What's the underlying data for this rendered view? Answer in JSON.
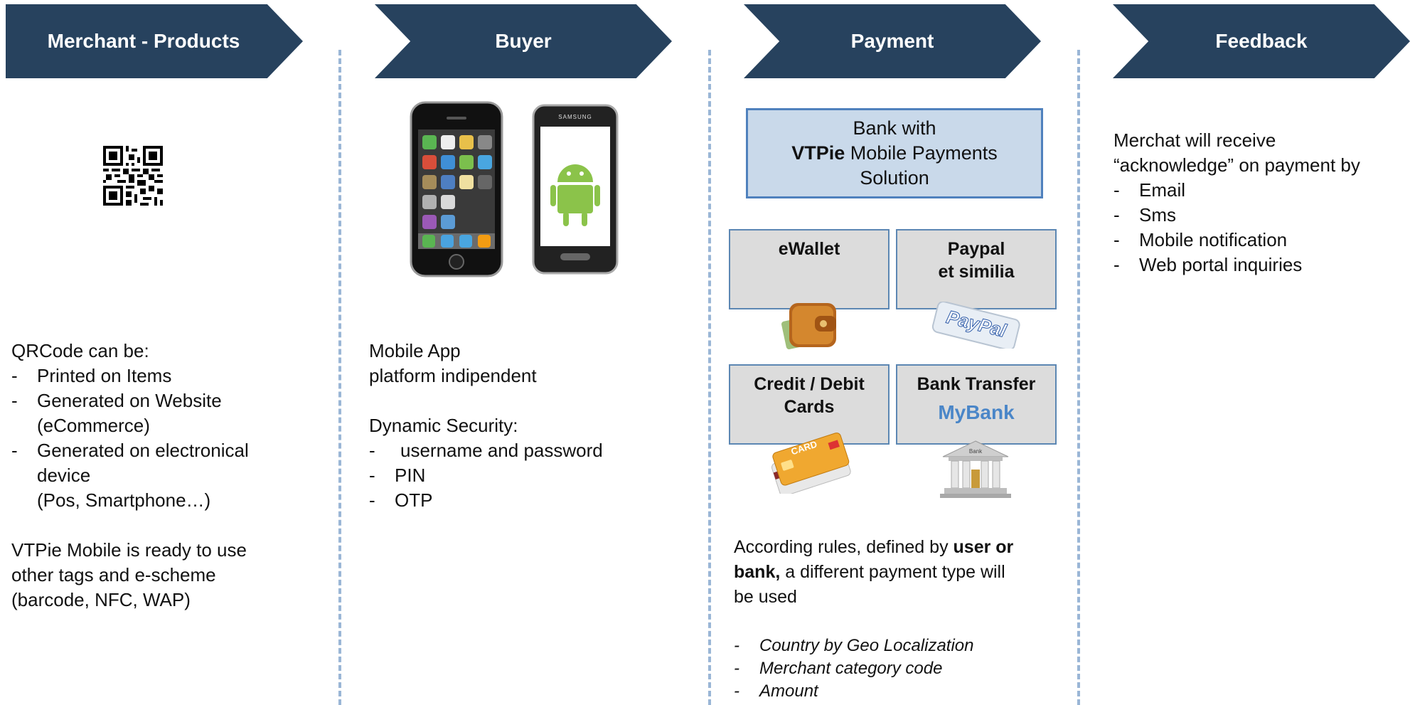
{
  "headers": {
    "merchant": "Merchant - Products",
    "buyer": "Buyer",
    "payment": "Payment",
    "feedback": "Feedback"
  },
  "merchant": {
    "qr_intro": "QRCode can be:",
    "qr_items": [
      "Printed on Items",
      "Generated on Website",
      "(eCommerce)",
      "Generated on electronical",
      "device",
      "(Pos, Smartphone…)"
    ],
    "ready_line1": "VTPie Mobile is ready to use",
    "ready_line2": "other tags and e-scheme",
    "ready_line3": "(barcode, NFC, WAP)"
  },
  "buyer": {
    "phone_brand": "SAMSUNG",
    "app_line1": "Mobile App",
    "app_line2": "platform indipendent",
    "security_title": "Dynamic Security:",
    "security_items": [
      "username and password",
      "PIN",
      "OTP"
    ]
  },
  "payment": {
    "bank_line1": "Bank with",
    "bank_bold": "VTPie",
    "bank_line2_rest": " Mobile Payments",
    "bank_line3": "Solution",
    "ewallet": "eWallet",
    "paypal_line1": "Paypal",
    "paypal_line2": "et similia",
    "paypal_logo": "PayPal",
    "cards_line1": "Credit / Debit",
    "cards_line2": "Cards",
    "card_word": "CARD",
    "transfer": "Bank Transfer",
    "mybank": "MyBank",
    "bank_sign": "Bank",
    "rules_p1": "According rules, defined by ",
    "rules_bold1": "user or",
    "rules_bold2": "bank,",
    "rules_p2": " a different payment type will",
    "rules_p3": "be used",
    "criteria": [
      "Country by Geo Localization",
      "Merchant category code",
      "Amount"
    ]
  },
  "feedback": {
    "line1": "Merchat will receive",
    "line2": "“acknowledge” on payment by",
    "items": [
      "Email",
      "Sms",
      "Mobile notification",
      "Web portal inquiries"
    ]
  },
  "colors": {
    "header_bg": "#27425e",
    "divider": "#9ab6d6",
    "bank_box": "#c9d9ea",
    "method_box": "#dcdcdc",
    "mybank": "#4a86c8"
  },
  "icons": [
    "qr-code-icon",
    "iphone-icon",
    "android-phone-icon",
    "wallet-icon",
    "paypal-icon",
    "credit-card-icon",
    "bank-building-icon"
  ]
}
